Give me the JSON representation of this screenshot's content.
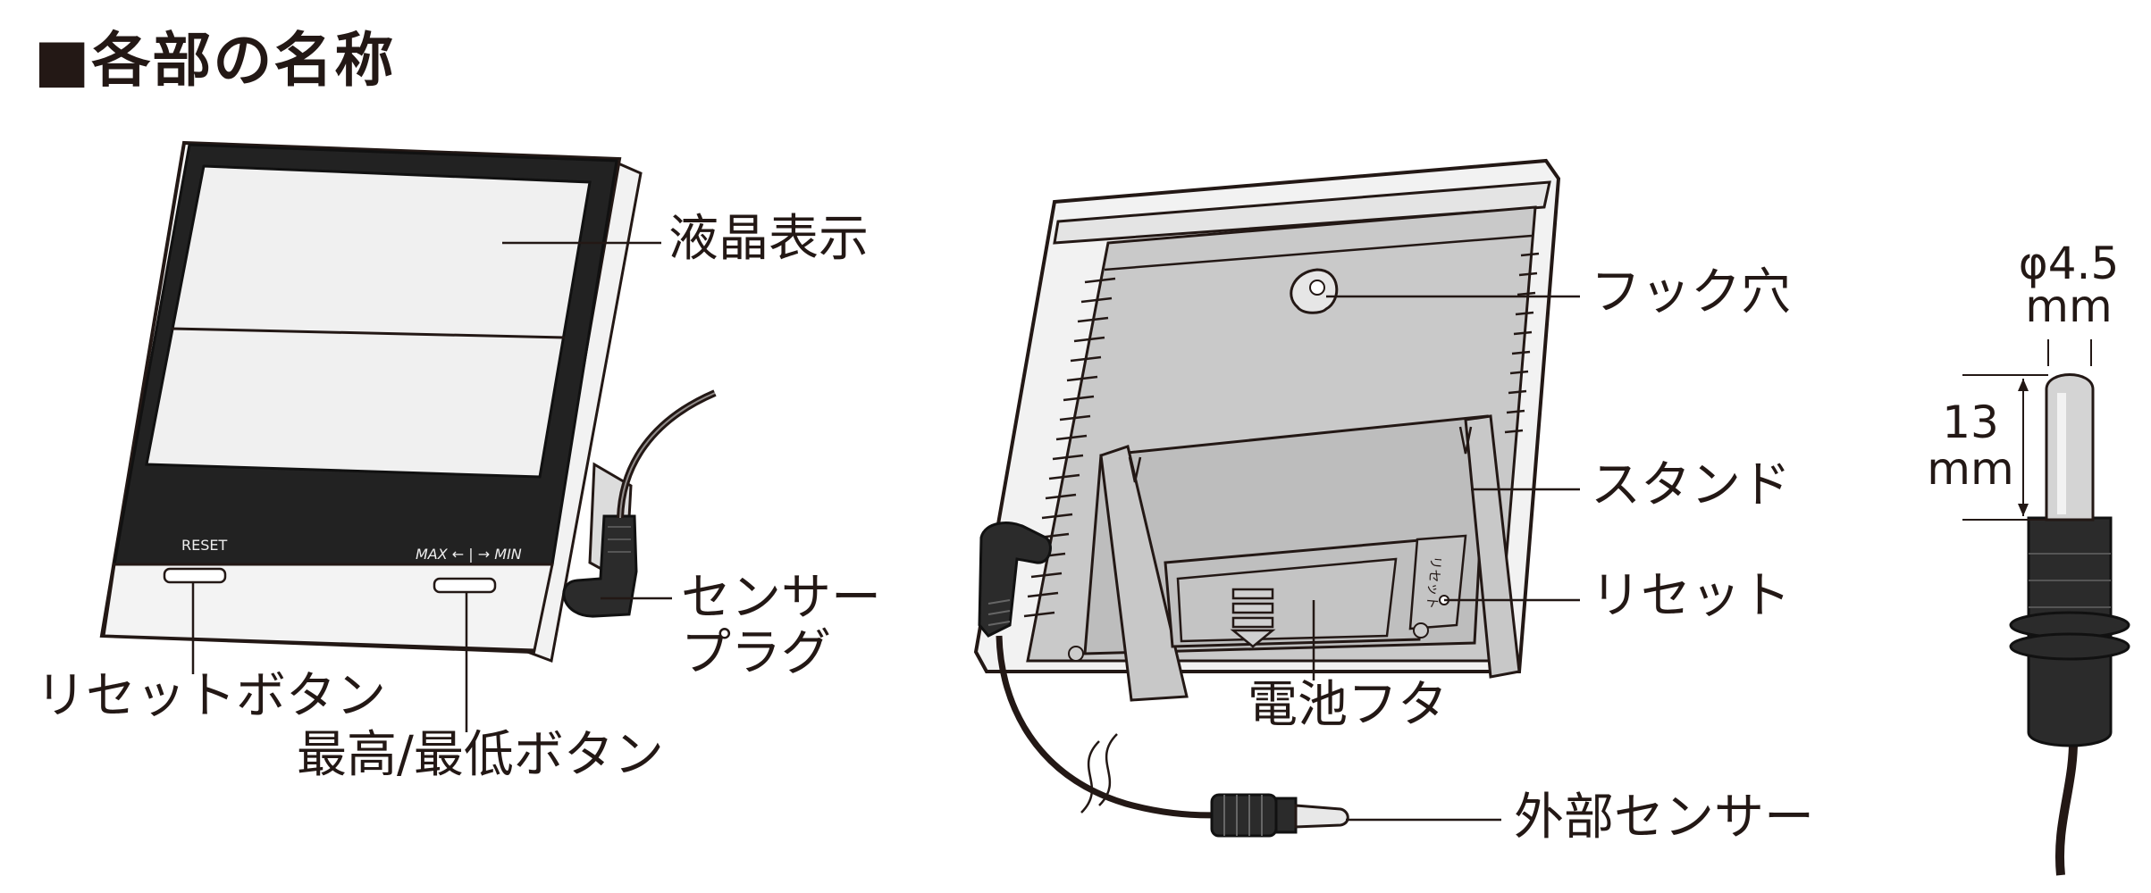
{
  "title": "■各部の名称",
  "front": {
    "reset_print": "RESET",
    "maxmin_print": "MAX ← | → MIN",
    "labels": {
      "lcd": "液晶表示",
      "sensor_plug_line1": "センサー",
      "sensor_plug_line2": "プラグ",
      "reset_button": "リセットボタン",
      "maxmin_button": "最高/最低ボタン"
    }
  },
  "back": {
    "reset_print": "リセット",
    "labels": {
      "hook_hole": "フック穴",
      "stand": "スタンド",
      "reset": "リセット",
      "battery_cover": "電池フタ",
      "external_sensor": "外部センサー"
    }
  },
  "probe": {
    "diameter": "φ4.5",
    "diameter_unit": "mm",
    "length": "13",
    "length_unit": "mm"
  },
  "colors": {
    "ink": "#231815",
    "panel": "#f0f0f0",
    "back_panel": "#c9c9c9",
    "stand": "#bdbdbd",
    "dark": "#333333"
  }
}
